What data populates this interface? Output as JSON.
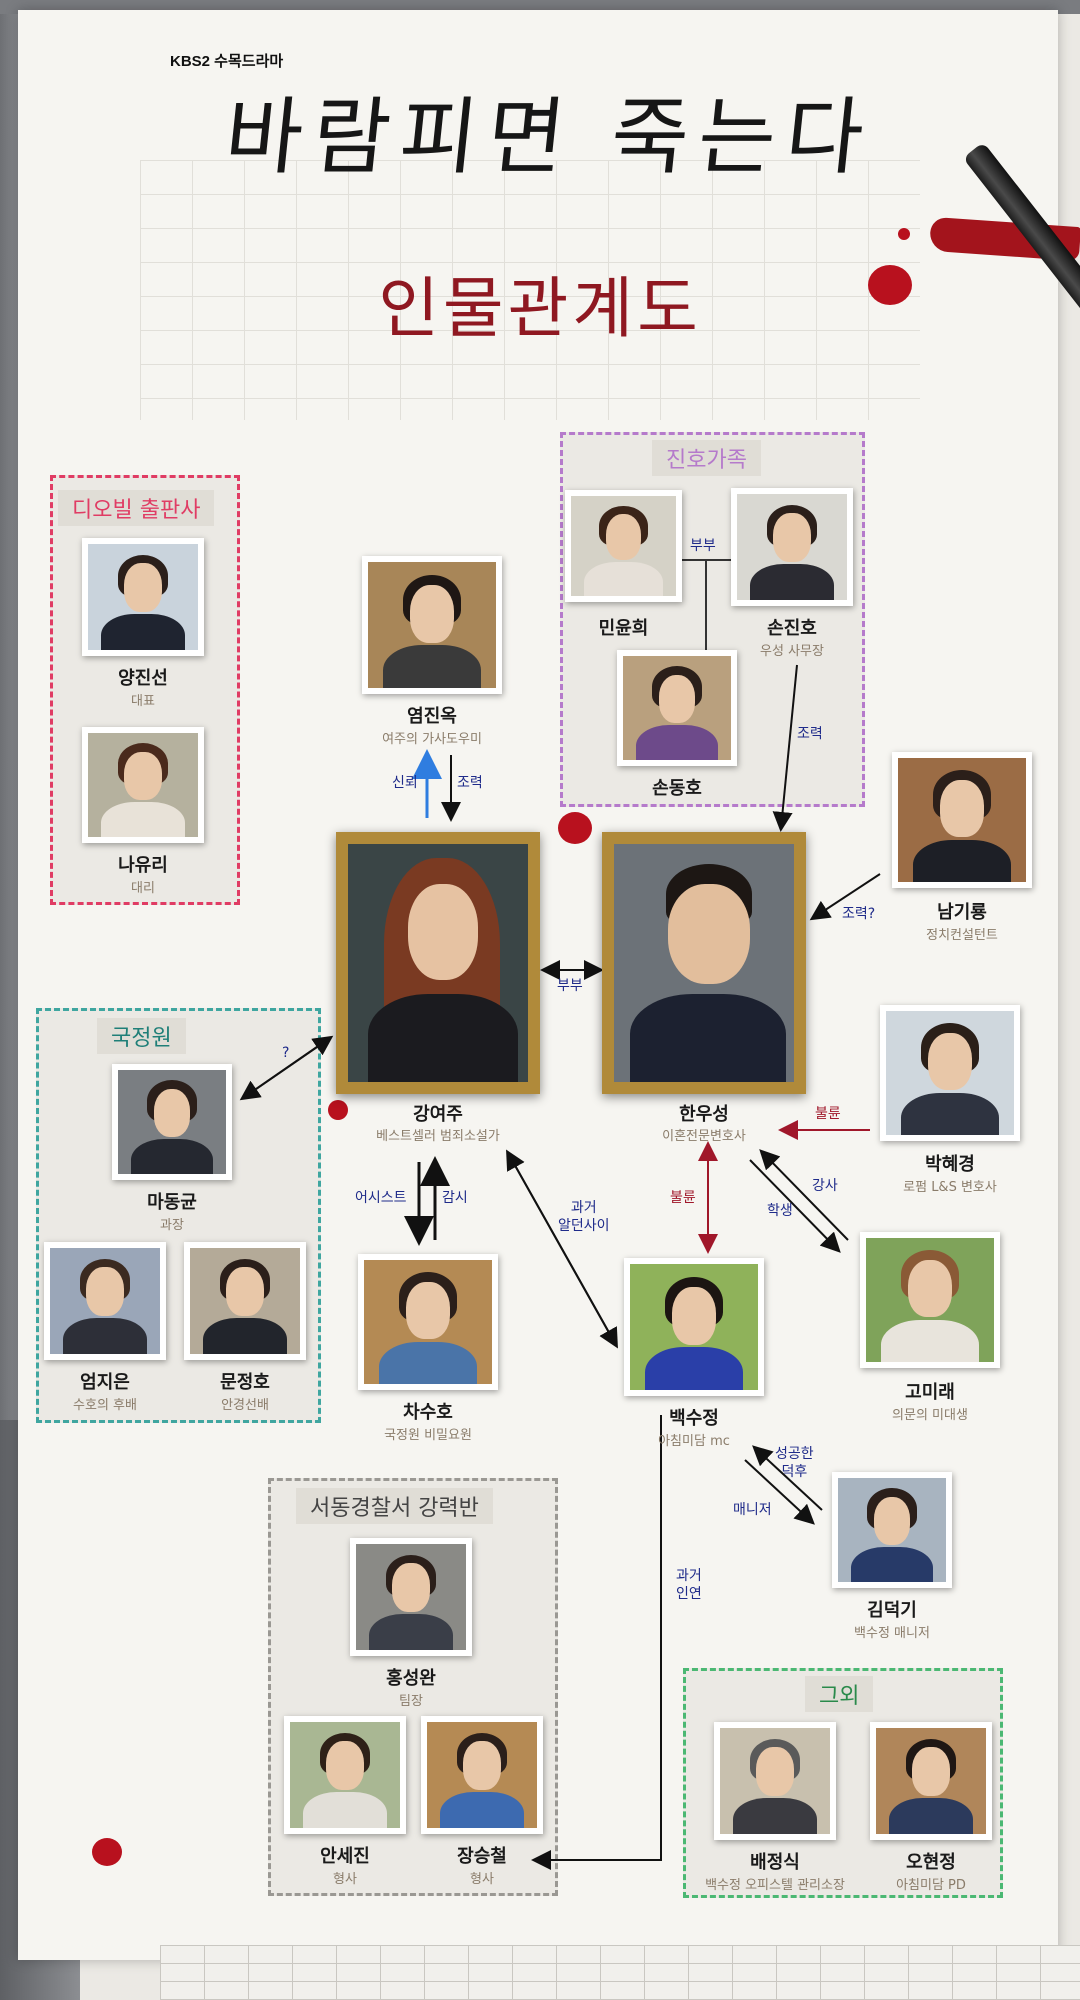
{
  "header": {
    "broadcaster": "KBS2 수목드라마",
    "title": "바람피면 죽는다",
    "subtitle": "인물관계도"
  },
  "colors": {
    "title_red": "#8f1821",
    "relation_blue": "#1f2b8a",
    "relation_red": "#a0172a",
    "group_pink": "#e03c64",
    "group_purple": "#b57acb",
    "group_teal": "#3fa6a0",
    "group_gray": "#9a9893",
    "group_green": "#4bb873"
  },
  "groups": {
    "diobil": "디오빌 출판사",
    "jinho_family": "진호가족",
    "nis": "국정원",
    "police": "서동경찰서 강력반",
    "others": "그외"
  },
  "characters": {
    "yang_jinseon": {
      "name": "양진선",
      "role": "대표"
    },
    "na_yuri": {
      "name": "나유리",
      "role": "대리"
    },
    "yeom_jinok": {
      "name": "염진옥",
      "role": "여주의 가사도우미"
    },
    "min_yunhee": {
      "name": "민윤희",
      "role": ""
    },
    "son_jinho": {
      "name": "손진호",
      "role": "우성 사무장"
    },
    "son_dongho": {
      "name": "손동호",
      "role": ""
    },
    "nam_giryong": {
      "name": "남기룡",
      "role": "정치컨설턴트"
    },
    "kang_yeoju": {
      "name": "강여주",
      "role": "베스트셀러 범죄소설가"
    },
    "han_woosung": {
      "name": "한우성",
      "role": "이혼전문변호사"
    },
    "park_hyekyung": {
      "name": "박혜경",
      "role": "로펌 L&S 변호사"
    },
    "ma_donggyun": {
      "name": "마동균",
      "role": "과장"
    },
    "eom_jieun": {
      "name": "엄지은",
      "role": "수호의 후배"
    },
    "moon_jungho": {
      "name": "문정호",
      "role": "안경선배"
    },
    "cha_suho": {
      "name": "차수호",
      "role": "국정원 비밀요원"
    },
    "baek_sujung": {
      "name": "백수정",
      "role": "아침미담 mc"
    },
    "go_mirae": {
      "name": "고미래",
      "role": "의문의 미대생"
    },
    "kim_deokgi": {
      "name": "김덕기",
      "role": "백수정 매니저"
    },
    "hong_sungwan": {
      "name": "홍성완",
      "role": "팀장"
    },
    "an_sejin": {
      "name": "안세진",
      "role": "형사"
    },
    "jang_seungcheol": {
      "name": "장승철",
      "role": "형사"
    },
    "bae_jungsik": {
      "name": "배정식",
      "role": "백수정 오피스텔 관리소장"
    },
    "oh_hyunjung": {
      "name": "오현정",
      "role": "아침미담 PD"
    }
  },
  "relations": {
    "couple_jinho": "부부",
    "trust": "신뢰",
    "help_jinok": "조력",
    "help_jinho": "조력",
    "help_giryong": "조력?",
    "couple_main": "부부",
    "unknown_nis": "?",
    "affair_hyekyung": "불륜",
    "assistant": "어시스트",
    "surveillance": "감시",
    "past_acquaintance": "과거\n알던사이",
    "affair_sujung": "불륜",
    "lecturer": "강사",
    "student": "학생",
    "successful_fan": "성공한\n덕후",
    "manager": "매니저",
    "past_romance": "과거\n인연"
  }
}
